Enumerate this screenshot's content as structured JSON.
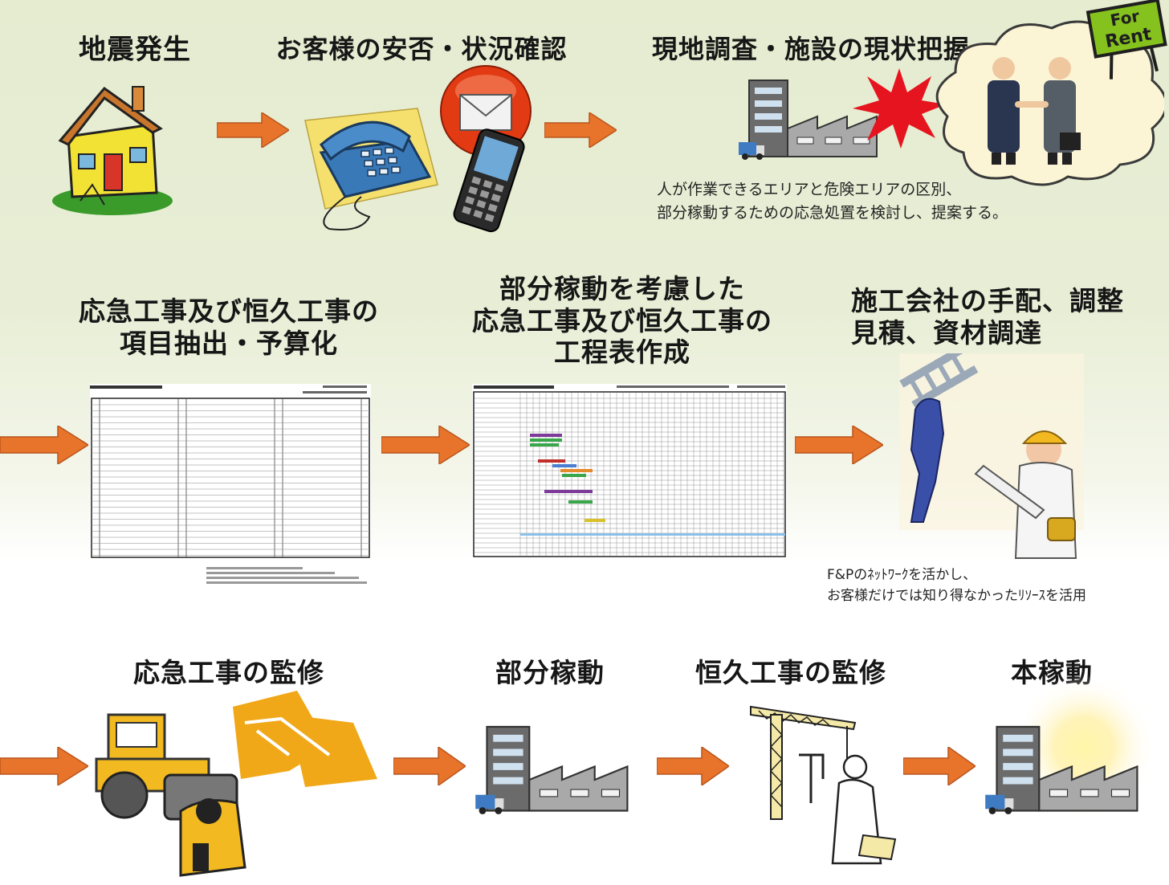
{
  "steps": {
    "s1": "地震発生",
    "s2": "お客様の安否・状況確認",
    "s3": "現地調査・施設の現状把握",
    "s4_line1": "応急工事及び恒久工事の",
    "s4_line2": "項目抽出・予算化",
    "s5_line1": "部分稼動を考慮した",
    "s5_line2": "応急工事及び恒久工事の",
    "s5_line3": "工程表作成",
    "s6_line1": "施工会社の手配、調整",
    "s6_line2": "見積、資材調達",
    "s7": "応急工事の監修",
    "s8": "部分稼動",
    "s9": "恒久工事の監修",
    "s10": "本稼動"
  },
  "captions": {
    "survey_line1": "人が作業できるエリアと危険エリアの区別、",
    "survey_line2": "部分稼動するための応急処置を検討し、提案する。",
    "network_line1": "F&Pのﾈｯﾄﾜｰｸを活かし、",
    "network_line2": "お客様だけでは知り得なかったﾘｿｰｽを活用"
  },
  "sign": {
    "line1": "For",
    "line2": "Rent"
  },
  "colors": {
    "arrow": "#e8732a",
    "sign": "#86c21e",
    "envelope_ball": "#e23a12"
  },
  "icons": [
    "collapsing-house-icon",
    "telephone-icon",
    "email-icon",
    "mobile-phone-icon",
    "factory-icon",
    "explosion-icon",
    "handshake-icon",
    "for-rent-sign-icon",
    "document-icon",
    "gantt-chart-icon",
    "worker-icon",
    "road-roller-icon",
    "crane-icon",
    "engineer-icon",
    "sun-glow-icon"
  ]
}
